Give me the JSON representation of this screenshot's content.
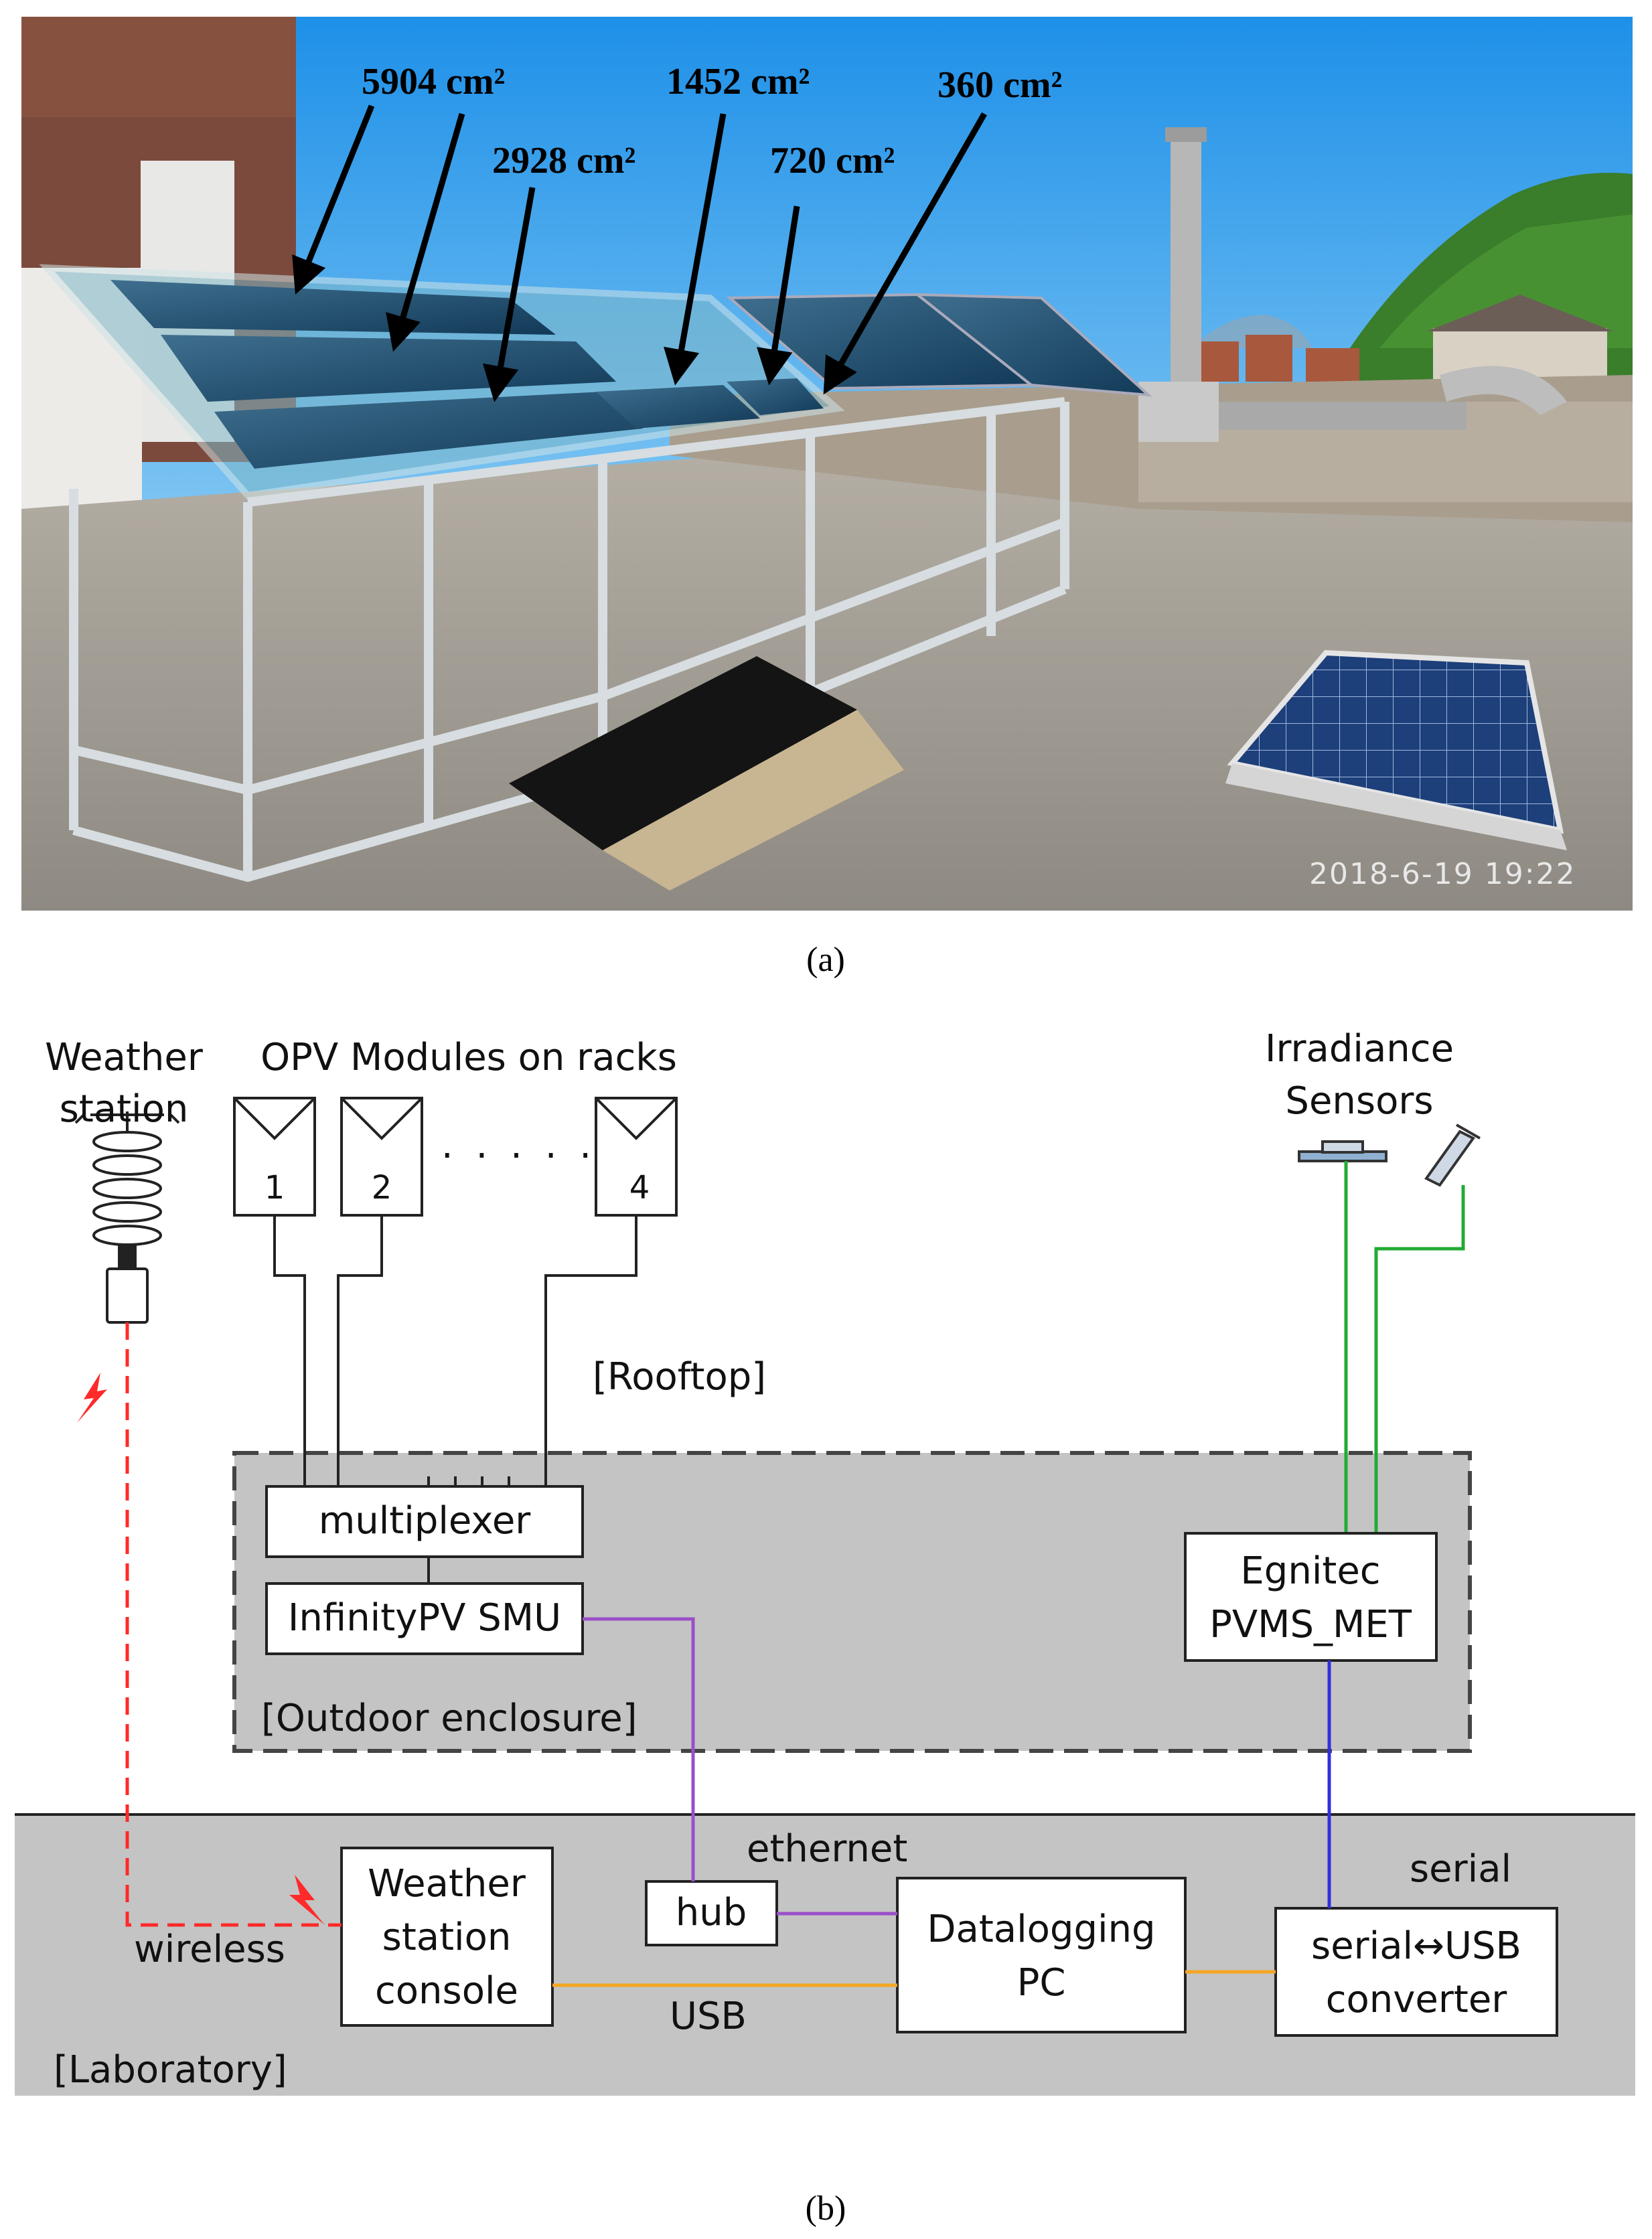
{
  "photo": {
    "area_labels": [
      "5904 cm²",
      "2928 cm²",
      "1452 cm²",
      "720 cm²",
      "360 cm²"
    ],
    "timestamp": "2018-6-19 19:22"
  },
  "captions": {
    "a": "(a)",
    "b": "(b)"
  },
  "diagram": {
    "weather_station_label": [
      "Weather",
      "station"
    ],
    "opv_label": "OPV Modules on racks",
    "modules": [
      "1",
      "2",
      "4"
    ],
    "ellipsis": "· · · · ·",
    "irradiance_label": [
      "Irradiance",
      "Sensors"
    ],
    "rooftop_label": "[Rooftop]",
    "enclosure_label": "[Outdoor enclosure]",
    "laboratory_label": "[Laboratory]",
    "multiplexer": "multiplexer",
    "smu": "InfinityPV SMU",
    "egnitec": [
      "Egnitec",
      "PVMS_MET"
    ],
    "console": [
      "Weather",
      "station",
      "console"
    ],
    "hub": "hub",
    "pc": [
      "Datalogging",
      "PC"
    ],
    "converter": [
      "serial↔USB",
      "converter"
    ],
    "link_labels": {
      "wireless": "wireless",
      "usb": "USB",
      "ethernet": "ethernet",
      "serial": "serial"
    },
    "link_colors": {
      "wireless": "#ff2a2a",
      "usb": "#f5a623",
      "ethernet": "#9b4fc8",
      "serial": "#3030e0",
      "sensor": "#22aa33"
    }
  }
}
